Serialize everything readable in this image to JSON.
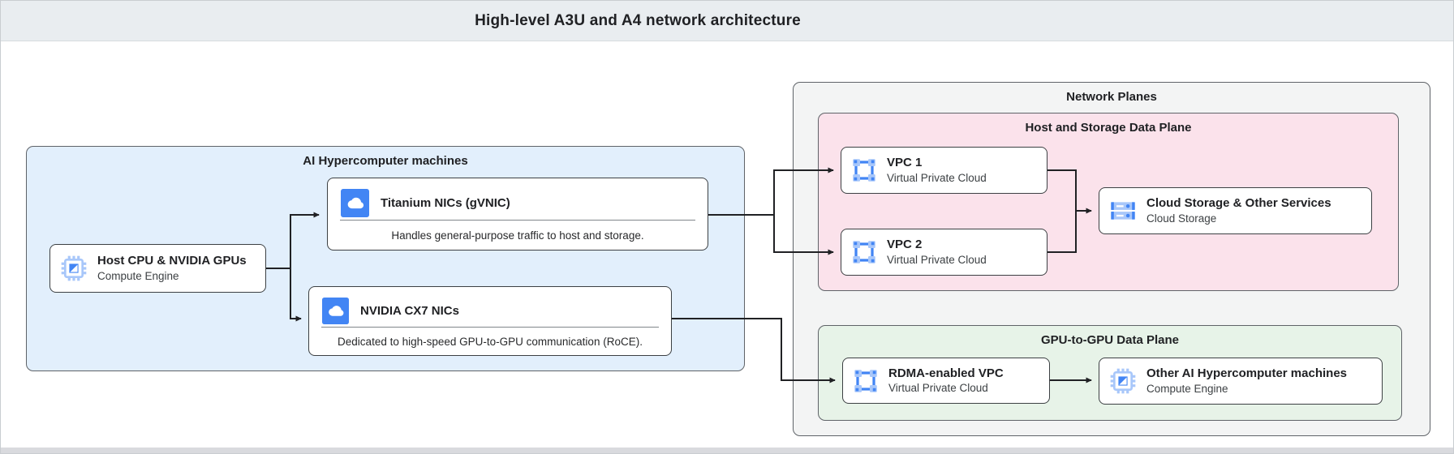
{
  "header": {
    "title": "High-level A3U and A4 network architecture"
  },
  "groups": {
    "ai_machines": {
      "label": "AI Hypercomputer machines",
      "fill": "#e2effc"
    },
    "network_planes": {
      "label": "Network Planes",
      "fill": "#f3f4f4"
    },
    "host_storage_plane": {
      "label": "Host and Storage Data Plane",
      "fill": "#fbe2eb"
    },
    "gpu_plane": {
      "label": "GPU-to-GPU Data Plane",
      "fill": "#e7f3e8"
    }
  },
  "nodes": {
    "host_cpu": {
      "title": "Host CPU & NVIDIA GPUs",
      "subtitle": "Compute Engine",
      "icon": "compute-engine-chip-icon"
    },
    "titanium_nics": {
      "title": "Titanium NICs (gVNIC)",
      "description": "Handles general-purpose traffic to host and storage.",
      "icon": "cloud-icon"
    },
    "cx7_nics": {
      "title": "NVIDIA CX7 NICs",
      "description": "Dedicated to high-speed GPU-to-GPU communication (RoCE).",
      "icon": "cloud-icon"
    },
    "vpc1": {
      "title": "VPC 1",
      "subtitle": "Virtual Private Cloud",
      "icon": "vpc-icon"
    },
    "vpc2": {
      "title": "VPC 2",
      "subtitle": "Virtual Private Cloud",
      "icon": "vpc-icon"
    },
    "cloud_storage": {
      "title": "Cloud Storage & Other Services",
      "subtitle": "Cloud Storage",
      "icon": "cloud-storage-icon"
    },
    "rdma_vpc": {
      "title": "RDMA-enabled VPC",
      "subtitle": "Virtual Private Cloud",
      "icon": "vpc-icon"
    },
    "other_machines": {
      "title": "Other AI Hypercomputer machines",
      "subtitle": "Compute Engine",
      "icon": "compute-engine-chip-icon"
    }
  },
  "colors": {
    "accent_blue": "#4285f4",
    "light_blue": "#a8c7fa",
    "header_fill": "#e9edf0",
    "group_border": "#5f6368",
    "card_border": "#3c4043",
    "arrow": "#202124"
  }
}
